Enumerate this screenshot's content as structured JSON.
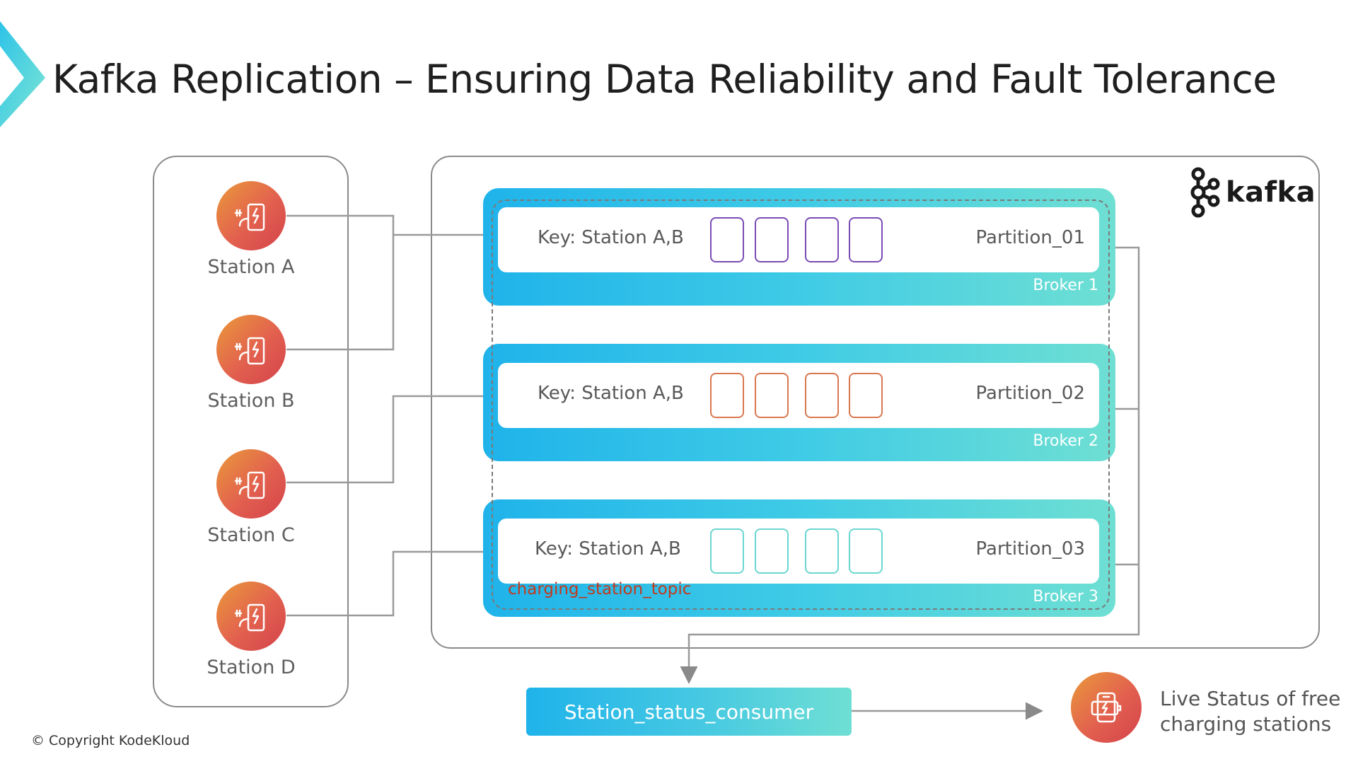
{
  "title": "Kafka Replication – Ensuring Data Reliability and Fault Tolerance",
  "stations": [
    {
      "label": "Station A"
    },
    {
      "label": "Station B"
    },
    {
      "label": "Station C"
    },
    {
      "label": "Station D"
    }
  ],
  "kafka_logo": "kafka",
  "brokers": [
    {
      "key": "Key: Station A,B",
      "partition": "Partition_01",
      "broker": "Broker 1",
      "slot_color": "#7b4bb5"
    },
    {
      "key": "Key: Station A,B",
      "partition": "Partition_02",
      "broker": "Broker 2",
      "slot_color": "#d9774f"
    },
    {
      "key": "Key: Station A,B",
      "partition": "Partition_03",
      "broker": "Broker 3",
      "slot_color": "#6ad6d2"
    }
  ],
  "topic_label": "charging_station_topic",
  "consumer_label": "Station_status_consumer",
  "live_status_line1": "Live Status of free",
  "live_status_line2": "charging stations",
  "copyright": "© Copyright KodeKloud",
  "colors": {
    "accent_gradient_start": "#1fb3ea",
    "accent_gradient_end": "#6fdfd3",
    "station_icon_start": "#ea9a3a",
    "station_icon_end": "#d4424a",
    "topic_label": "#c23a1e"
  }
}
